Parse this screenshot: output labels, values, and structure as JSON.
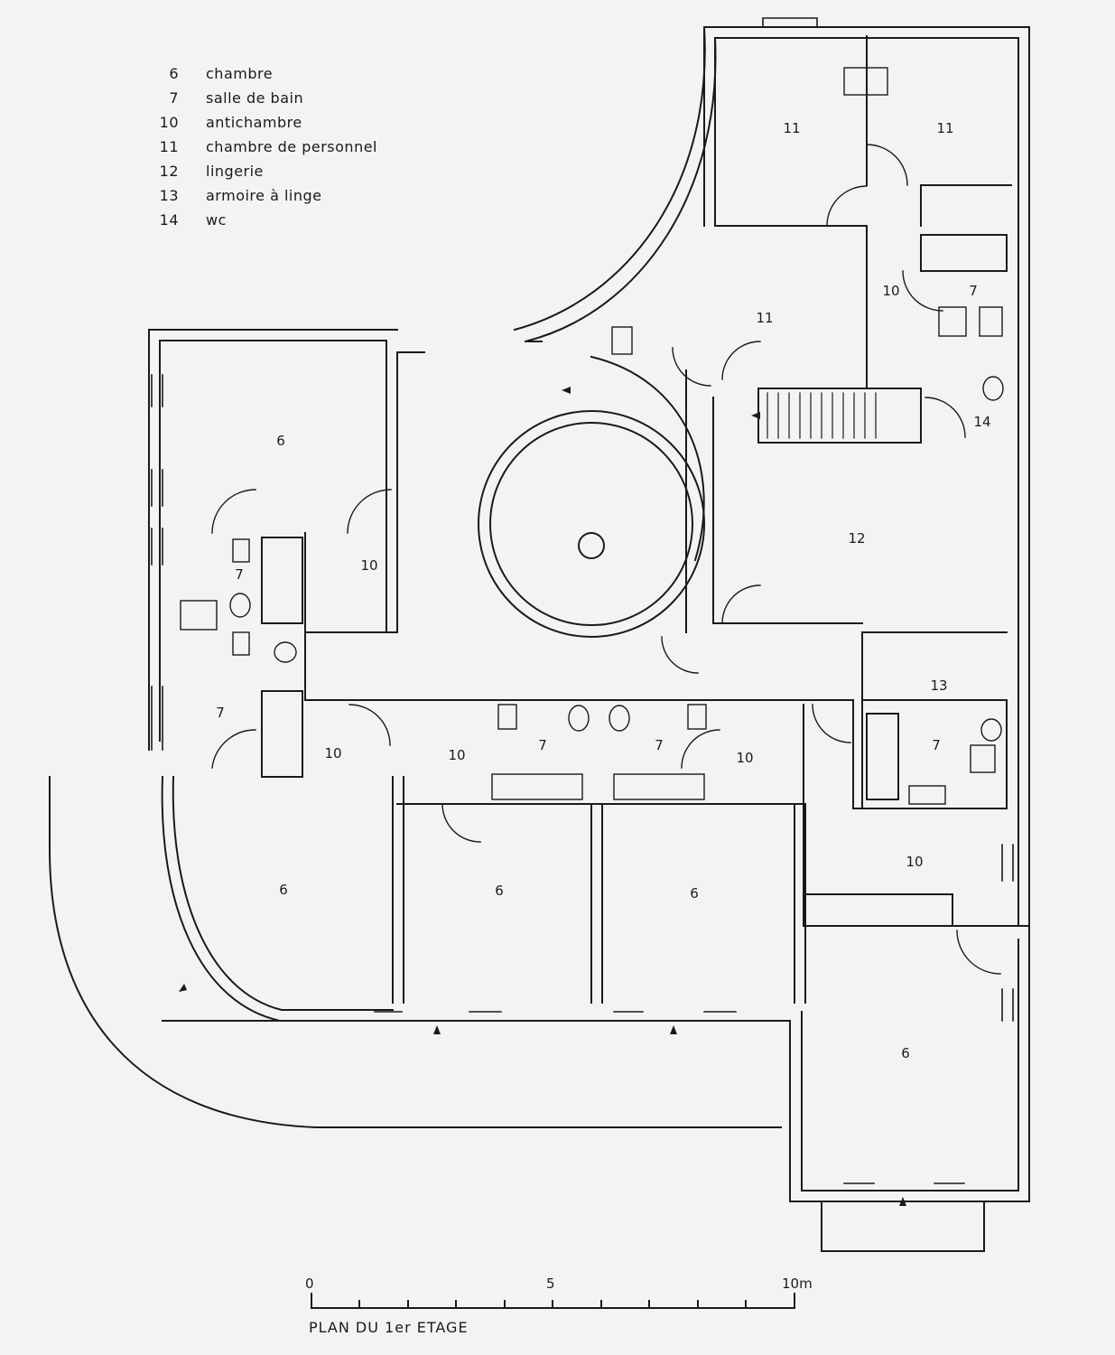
{
  "legend": [
    {
      "num": "6",
      "label": "chambre"
    },
    {
      "num": "7",
      "label": "salle de bain"
    },
    {
      "num": "10",
      "label": "antichambre"
    },
    {
      "num": "11",
      "label": "chambre de personnel"
    },
    {
      "num": "12",
      "label": "lingerie"
    },
    {
      "num": "13",
      "label": "armoire à linge"
    },
    {
      "num": "14",
      "label": "wc"
    }
  ],
  "rooms": {
    "r11a": "11",
    "r11b": "11",
    "r11c": "11",
    "r10a": "10",
    "r7a": "7",
    "r6a": "6",
    "r7b": "7",
    "r10b": "10",
    "r14": "14",
    "r12": "12",
    "r13": "13",
    "r7c": "7",
    "r10c": "10",
    "r10d": "10",
    "r7d": "7",
    "r7e": "7",
    "r10e": "10",
    "r7f": "7",
    "r10f": "10",
    "r6b": "6",
    "r6c": "6",
    "r6d": "6",
    "r6e": "6"
  },
  "scale": {
    "t0": "0",
    "t5": "5",
    "t10": "10m"
  },
  "caption": "PLAN DU 1er ETAGE",
  "colors": {
    "ink": "#1a1a1a",
    "paper": "#f3f3f1"
  }
}
